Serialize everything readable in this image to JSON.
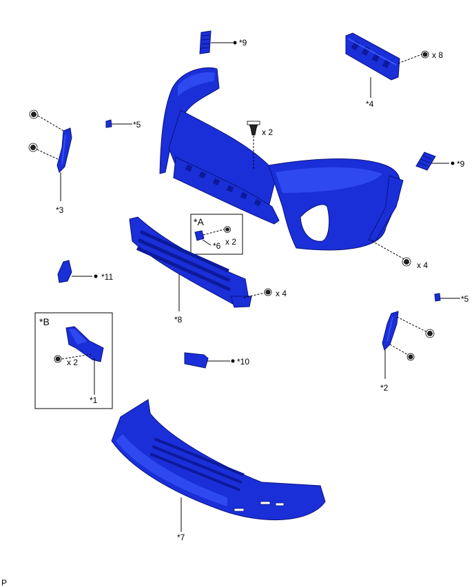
{
  "labels": {
    "p9a": "*9",
    "p4": "*4",
    "x8": "x 8",
    "p5a": "*5",
    "x2a": "x 2",
    "p3": "*3",
    "p9b": "*9",
    "pA": "*A",
    "x2b": "x 2",
    "p6": "*6",
    "x4a": "x 4",
    "p11": "*11",
    "x4b": "x 4",
    "p5b": "*5",
    "p8": "*8",
    "pB": "*B",
    "x2c": "x 2",
    "p1": "*1",
    "p10": "*10",
    "p2": "*2",
    "p7": "*7",
    "corner": "P"
  },
  "colors": {
    "part": "#1a2fd8",
    "part_highlight": "#3b57ff",
    "part_shadow": "#0c1a9a"
  }
}
